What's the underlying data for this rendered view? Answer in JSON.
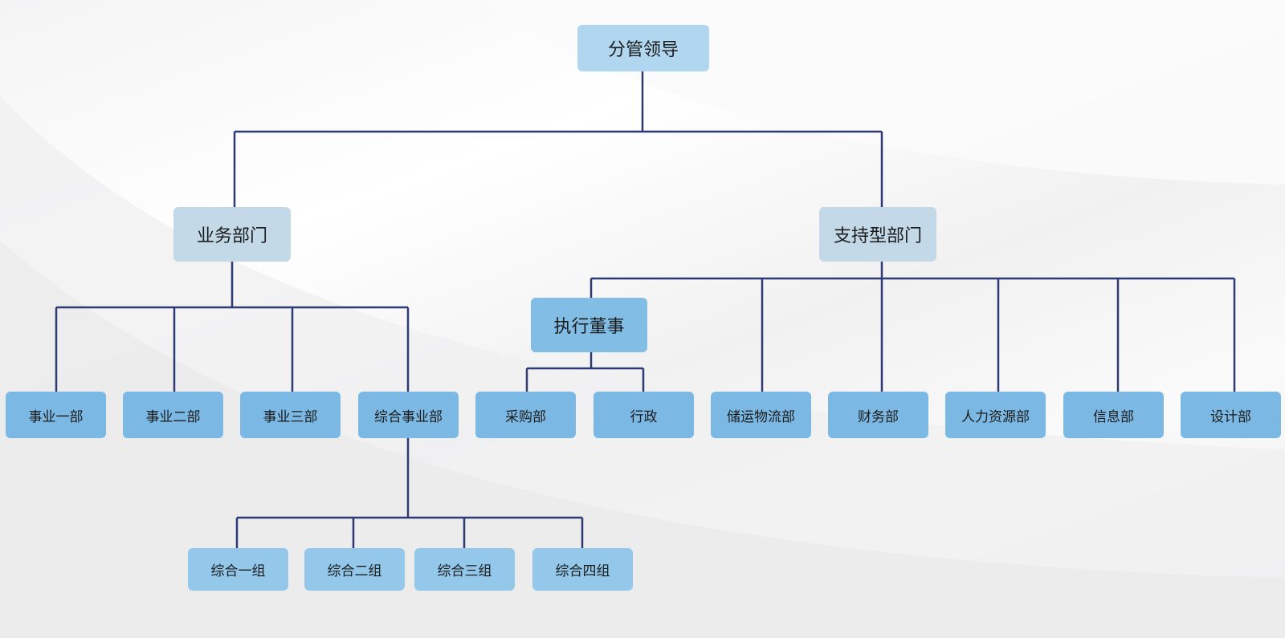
{
  "chart": {
    "root": "分管领导",
    "business": "业务部门",
    "support": "支持型部门",
    "executive": "执行董事",
    "business_depts": [
      "事业一部",
      "事业二部",
      "事业三部",
      "综合事业部"
    ],
    "exec_depts": [
      "采购部",
      "行政"
    ],
    "support_depts": [
      "储运物流部",
      "财务部",
      "人力资源部",
      "信息部",
      "设计部"
    ],
    "groups": [
      "综合一组",
      "综合二组",
      "综合三组",
      "综合四组"
    ]
  },
  "colors": {
    "connector": "#2e3a73",
    "root_box": "#b0d6f0",
    "division_box": "#c3d9e8",
    "executive_box": "#82bde6",
    "department_box": "#7bb8e3",
    "group_box": "#93c8ea"
  }
}
